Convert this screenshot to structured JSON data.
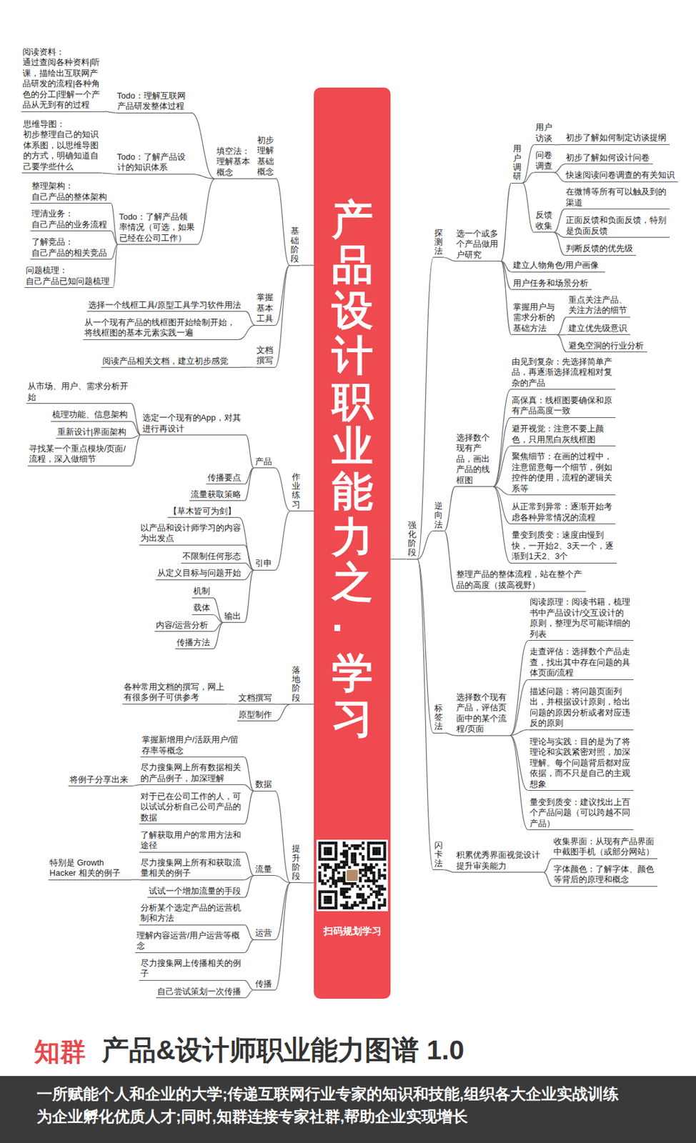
{
  "diagram": {
    "title": "产品&设计师职业能力图谱 1.0",
    "caption": "一所赋能个人和企业的大学;传递互联网行业专家的知识和技能,组织各大企业实战训练为企业孵化优质人才;同时,知群连接专家社群,帮助企业实现增长",
    "nodes": [
      {
        "text": [
          "产品设计职业能力之·学习",
          "扫码规划学习"
        ]
      },
      {
        "text": [
          "基础阶段"
        ]
      },
      {
        "text": [
          "初步理解基础概念"
        ]
      },
      {
        "text": [
          "填空法：理解基本概念"
        ]
      },
      {
        "text": [
          "Todo：理解互联网产品研发整体过程"
        ]
      },
      {
        "text": [
          "阅读资料：",
          "通过查阅各种资料|听课，描绘出互联网产品研发的流程|各种角色的分工|理解一个产品从无到有的过程"
        ]
      },
      {
        "text": [
          "Todo：了解产品设计的知识体系"
        ]
      },
      {
        "text": [
          "思维导图：",
          "初步整理自己的知识体系图，以思维导图的方式，明确知道自己要学些什么"
        ]
      },
      {
        "text": [
          "Todo：了解产品领率情况（可选，如果已经在公司工作）"
        ]
      },
      {
        "text": [
          "整理架构：",
          "自己产品的整体架构"
        ]
      },
      {
        "text": [
          "理清业务：",
          "自己产品的业务流程"
        ]
      },
      {
        "text": [
          "了解竞品：",
          "自己产品的相关竞品"
        ]
      },
      {
        "text": [
          "问题梳理：",
          "自己产品已知问题梳理"
        ]
      },
      {
        "text": [
          "掌握基本工具"
        ]
      },
      {
        "text": [
          "选择一个线框工具/原型工具学习软件用法"
        ]
      },
      {
        "text": [
          "从一个现有产品的线框图开始绘制开始，将线框图的基本元素实践一遍"
        ]
      },
      {
        "text": [
          "文档撰写"
        ]
      },
      {
        "text": [
          "阅读产品相关文档，建立初步感觉"
        ]
      },
      {
        "text": [
          "作业练习"
        ]
      },
      {
        "text": [
          "产品"
        ]
      },
      {
        "text": [
          "选定一个现有的App，对其进行再设计"
        ]
      },
      {
        "text": [
          "从市场、用户、需求分析开始"
        ]
      },
      {
        "text": [
          "梳理功能、信息架构"
        ]
      },
      {
        "text": [
          "重新设计|界面架构"
        ]
      },
      {
        "text": [
          "寻找某一个重点模块/页面/流程，深入做细节"
        ]
      },
      {
        "text": [
          "传播要点"
        ]
      },
      {
        "text": [
          "流量获取策略"
        ]
      },
      {
        "text": [
          "引申"
        ]
      },
      {
        "text": [
          "【草木皆可为剑】"
        ]
      },
      {
        "text": [
          "以产品和设计师学习的内容为出发点"
        ]
      },
      {
        "text": [
          "不限制任何形态"
        ]
      },
      {
        "text": [
          "从定义目标与问题开始"
        ]
      },
      {
        "text": [
          "输出"
        ]
      },
      {
        "text": [
          "机制"
        ]
      },
      {
        "text": [
          "载体"
        ]
      },
      {
        "text": [
          "内容/运营分析"
        ]
      },
      {
        "text": [
          "传播方法"
        ]
      },
      {
        "text": [
          "落地阶段"
        ]
      },
      {
        "text": [
          "文档撰写"
        ]
      },
      {
        "text": [
          "各种常用文档的撰写，网上有很多例子可供参考"
        ]
      },
      {
        "text": [
          "原型制作"
        ]
      },
      {
        "text": [
          "提升阶段"
        ]
      },
      {
        "text": [
          "数据"
        ]
      },
      {
        "text": [
          "掌握新增用户/活跃用户/留存率等概念"
        ]
      },
      {
        "text": [
          "尽力搜集网上所有数据相关的产品例子，加深理解"
        ]
      },
      {
        "text": [
          "将例子分享出来"
        ]
      },
      {
        "text": [
          "对于已在公司工作的人，可以试试分析自己公司产品的数据"
        ]
      },
      {
        "text": [
          "流量"
        ]
      },
      {
        "text": [
          "了解获取用户的常用方法和途径"
        ]
      },
      {
        "text": [
          "尽力搜集网上所有和获取流量相关的例子"
        ]
      },
      {
        "text": [
          "特别是 Growth Hacker 相关的例子"
        ]
      },
      {
        "text": [
          "试试一个增加流量的手段"
        ]
      },
      {
        "text": [
          "运营"
        ]
      },
      {
        "text": [
          "分析某个选定产品的运营机制和方法"
        ]
      },
      {
        "text": [
          "理解内容运营/用户运营等概念"
        ]
      },
      {
        "text": [
          "传播"
        ]
      },
      {
        "text": [
          "尽力搜集网上传播相关的例子"
        ]
      },
      {
        "text": [
          "自己尝试策划一次传播"
        ]
      },
      {
        "text": [
          "强化阶段"
        ]
      },
      {
        "text": [
          "探测法"
        ]
      },
      {
        "text": [
          "选一个或多个产品做用户研究"
        ]
      },
      {
        "text": [
          "用户调研"
        ]
      },
      {
        "text": [
          "用户访谈"
        ]
      },
      {
        "text": [
          "初步了解如何制定访谈提纲"
        ]
      },
      {
        "text": [
          "问卷调查"
        ]
      },
      {
        "text": [
          "初步了解如何设计问卷"
        ]
      },
      {
        "text": [
          "快速阅读问卷调查的有关知识"
        ]
      },
      {
        "text": [
          "反馈收集"
        ]
      },
      {
        "text": [
          "在微博等所有可以触及到的渠道"
        ]
      },
      {
        "text": [
          "正面反馈和负面反馈，特别是负面反馈"
        ]
      },
      {
        "text": [
          "判断反馈的优先级"
        ]
      },
      {
        "text": [
          "建立人物角色/用户画像"
        ]
      },
      {
        "text": [
          "用户任务和场景分析"
        ]
      },
      {
        "text": [
          "掌握用户与需求分析的基础方法"
        ]
      },
      {
        "text": [
          "重点关注产品、关注方法的细节"
        ]
      },
      {
        "text": [
          "建立优先级意识"
        ]
      },
      {
        "text": [
          "避免空洞的行业分析"
        ]
      },
      {
        "text": [
          "逆向法"
        ]
      },
      {
        "text": [
          "选择数个现有产品，画出产品的线框图"
        ]
      },
      {
        "text": [
          "由见到复杂：先选择简单产品，再逐渐选择流程相对复杂的产品"
        ]
      },
      {
        "text": [
          "高保真：线框图要确保和原有产品高度一致"
        ]
      },
      {
        "text": [
          "避开视觉：注意不要上颜色，只用黑白灰线框图"
        ]
      },
      {
        "text": [
          "聚焦细节：在画的过程中，注意留意每一个细节，例如控件的使用，流程的逻辑关系等"
        ]
      },
      {
        "text": [
          "从正常到异常：逐渐开始考虑各种异常情况的流程"
        ]
      },
      {
        "text": [
          "量变到质变：速度由慢到快，一开始2、3天一个，逐渐到1天2、3个"
        ]
      },
      {
        "text": [
          "整理产品的整体流程，站在整个产品的高度（拔高视野）"
        ]
      },
      {
        "text": [
          "标签法"
        ]
      },
      {
        "text": [
          "选择数个现有产品，评估页面中的某个流程/页面"
        ]
      },
      {
        "text": [
          "阅读原理：阅读书籍，梳理书中产品设计/交互设计的原则，整理为尽可能详细的列表"
        ]
      },
      {
        "text": [
          "走查评估：选择数个产品走查，找出其中存在问题的具体页面/流程"
        ]
      },
      {
        "text": [
          "描述问题：将问题页面列出，并根据设计原则，给出问题的原因分析或者对应违反的原则"
        ]
      },
      {
        "text": [
          "理论与实践：目的是为了将理论和实践紧密对照，加深理解。每个问题背后都对应依据，而不只是自己的主观想象"
        ]
      },
      {
        "text": [
          "量变到质变：建议找出上百个产品问题（可以跨越不同产品）"
        ]
      },
      {
        "text": [
          "闪卡法"
        ]
      },
      {
        "text": [
          "积累优秀界面视觉设计提升审美能力"
        ]
      },
      {
        "text": [
          "收集界面：从现有产品界面中截图手机（或部分网站）"
        ]
      },
      {
        "text": [
          "字体颜色：了解字体、颜色等背后的原理和概念"
        ]
      }
    ],
    "edges": [
      {
        "from": 0,
        "to": 1,
        "arrow": "none"
      },
      {
        "from": 1,
        "to": 2,
        "arrow": "none"
      },
      {
        "from": 2,
        "to": 3,
        "arrow": "none"
      },
      {
        "from": 3,
        "to": 4,
        "arrow": "none"
      },
      {
        "from": 4,
        "to": 5,
        "arrow": "none"
      },
      {
        "from": 3,
        "to": 6,
        "arrow": "none"
      },
      {
        "from": 6,
        "to": 7,
        "arrow": "none"
      },
      {
        "from": 3,
        "to": 8,
        "arrow": "none"
      },
      {
        "from": 8,
        "to": 9,
        "arrow": "none"
      },
      {
        "from": 8,
        "to": 10,
        "arrow": "none"
      },
      {
        "from": 8,
        "to": 11,
        "arrow": "none"
      },
      {
        "from": 8,
        "to": 12,
        "arrow": "none"
      },
      {
        "from": 1,
        "to": 13,
        "arrow": "none"
      },
      {
        "from": 13,
        "to": 14,
        "arrow": "none"
      },
      {
        "from": 13,
        "to": 15,
        "arrow": "none"
      },
      {
        "from": 1,
        "to": 16,
        "arrow": "none"
      },
      {
        "from": 16,
        "to": 17,
        "arrow": "none"
      },
      {
        "from": 0,
        "to": 18,
        "arrow": "none"
      },
      {
        "from": 18,
        "to": 19,
        "arrow": "none"
      },
      {
        "from": 19,
        "to": 20,
        "arrow": "none"
      },
      {
        "from": 20,
        "to": 21,
        "arrow": "none"
      },
      {
        "from": 20,
        "to": 22,
        "arrow": "none"
      },
      {
        "from": 20,
        "to": 23,
        "arrow": "none"
      },
      {
        "from": 20,
        "to": 24,
        "arrow": "none"
      },
      {
        "from": 19,
        "to": 25,
        "arrow": "none"
      },
      {
        "from": 19,
        "to": 26,
        "arrow": "none"
      },
      {
        "from": 18,
        "to": 27,
        "arrow": "none"
      },
      {
        "from": 27,
        "to": 28,
        "arrow": "none"
      },
      {
        "from": 27,
        "to": 29,
        "arrow": "none"
      },
      {
        "from": 27,
        "to": 30,
        "arrow": "none"
      },
      {
        "from": 27,
        "to": 31,
        "arrow": "none"
      },
      {
        "from": 27,
        "to": 32,
        "arrow": "none"
      },
      {
        "from": 32,
        "to": 33,
        "arrow": "none"
      },
      {
        "from": 32,
        "to": 34,
        "arrow": "none"
      },
      {
        "from": 32,
        "to": 35,
        "arrow": "none"
      },
      {
        "from": 32,
        "to": 36,
        "arrow": "none"
      },
      {
        "from": 0,
        "to": 37,
        "arrow": "none"
      },
      {
        "from": 37,
        "to": 38,
        "arrow": "none"
      },
      {
        "from": 38,
        "to": 39,
        "arrow": "none"
      },
      {
        "from": 37,
        "to": 40,
        "arrow": "none"
      },
      {
        "from": 0,
        "to": 41,
        "arrow": "none"
      },
      {
        "from": 41,
        "to": 42,
        "arrow": "none"
      },
      {
        "from": 42,
        "to": 43,
        "arrow": "none"
      },
      {
        "from": 42,
        "to": 44,
        "arrow": "none"
      },
      {
        "from": 44,
        "to": 45,
        "arrow": "none"
      },
      {
        "from": 42,
        "to": 46,
        "arrow": "none"
      },
      {
        "from": 41,
        "to": 47,
        "arrow": "none"
      },
      {
        "from": 47,
        "to": 48,
        "arrow": "none"
      },
      {
        "from": 47,
        "to": 49,
        "arrow": "none"
      },
      {
        "from": 49,
        "to": 50,
        "arrow": "none"
      },
      {
        "from": 47,
        "to": 51,
        "arrow": "none"
      },
      {
        "from": 41,
        "to": 52,
        "arrow": "none"
      },
      {
        "from": 52,
        "to": 53,
        "arrow": "none"
      },
      {
        "from": 52,
        "to": 54,
        "arrow": "none"
      },
      {
        "from": 41,
        "to": 55,
        "arrow": "none"
      },
      {
        "from": 55,
        "to": 56,
        "arrow": "none"
      },
      {
        "from": 55,
        "to": 57,
        "arrow": "none"
      },
      {
        "from": 0,
        "to": 58,
        "arrow": "none"
      },
      {
        "from": 58,
        "to": 59,
        "arrow": "none"
      },
      {
        "from": 59,
        "to": 60,
        "arrow": "none"
      },
      {
        "from": 60,
        "to": 61,
        "arrow": "none"
      },
      {
        "from": 61,
        "to": 62,
        "arrow": "none"
      },
      {
        "from": 62,
        "to": 63,
        "arrow": "none"
      },
      {
        "from": 61,
        "to": 64,
        "arrow": "none"
      },
      {
        "from": 64,
        "to": 65,
        "arrow": "none"
      },
      {
        "from": 64,
        "to": 66,
        "arrow": "none"
      },
      {
        "from": 61,
        "to": 67,
        "arrow": "none"
      },
      {
        "from": 67,
        "to": 68,
        "arrow": "none"
      },
      {
        "from": 67,
        "to": 69,
        "arrow": "none"
      },
      {
        "from": 67,
        "to": 70,
        "arrow": "none"
      },
      {
        "from": 60,
        "to": 71,
        "arrow": "none"
      },
      {
        "from": 60,
        "to": 72,
        "arrow": "none"
      },
      {
        "from": 60,
        "to": 73,
        "arrow": "none"
      },
      {
        "from": 73,
        "to": 74,
        "arrow": "none"
      },
      {
        "from": 73,
        "to": 75,
        "arrow": "none"
      },
      {
        "from": 73,
        "to": 76,
        "arrow": "none"
      },
      {
        "from": 58,
        "to": 77,
        "arrow": "none"
      },
      {
        "from": 77,
        "to": 78,
        "arrow": "none"
      },
      {
        "from": 78,
        "to": 79,
        "arrow": "none"
      },
      {
        "from": 78,
        "to": 80,
        "arrow": "none"
      },
      {
        "from": 78,
        "to": 81,
        "arrow": "none"
      },
      {
        "from": 78,
        "to": 82,
        "arrow": "none"
      },
      {
        "from": 78,
        "to": 83,
        "arrow": "none"
      },
      {
        "from": 78,
        "to": 84,
        "arrow": "none"
      },
      {
        "from": 77,
        "to": 85,
        "arrow": "none"
      },
      {
        "from": 58,
        "to": 86,
        "arrow": "none"
      },
      {
        "from": 86,
        "to": 87,
        "arrow": "none"
      },
      {
        "from": 87,
        "to": 88,
        "arrow": "none"
      },
      {
        "from": 87,
        "to": 89,
        "arrow": "none"
      },
      {
        "from": 87,
        "to": 90,
        "arrow": "none"
      },
      {
        "from": 87,
        "to": 91,
        "arrow": "none"
      },
      {
        "from": 87,
        "to": 92,
        "arrow": "none"
      },
      {
        "from": 58,
        "to": 93,
        "arrow": "none"
      },
      {
        "from": 93,
        "to": 94,
        "arrow": "none"
      },
      {
        "from": 94,
        "to": 95,
        "arrow": "none"
      },
      {
        "from": 94,
        "to": 96,
        "arrow": "none"
      }
    ],
    "labels": [
      "知群"
    ]
  }
}
